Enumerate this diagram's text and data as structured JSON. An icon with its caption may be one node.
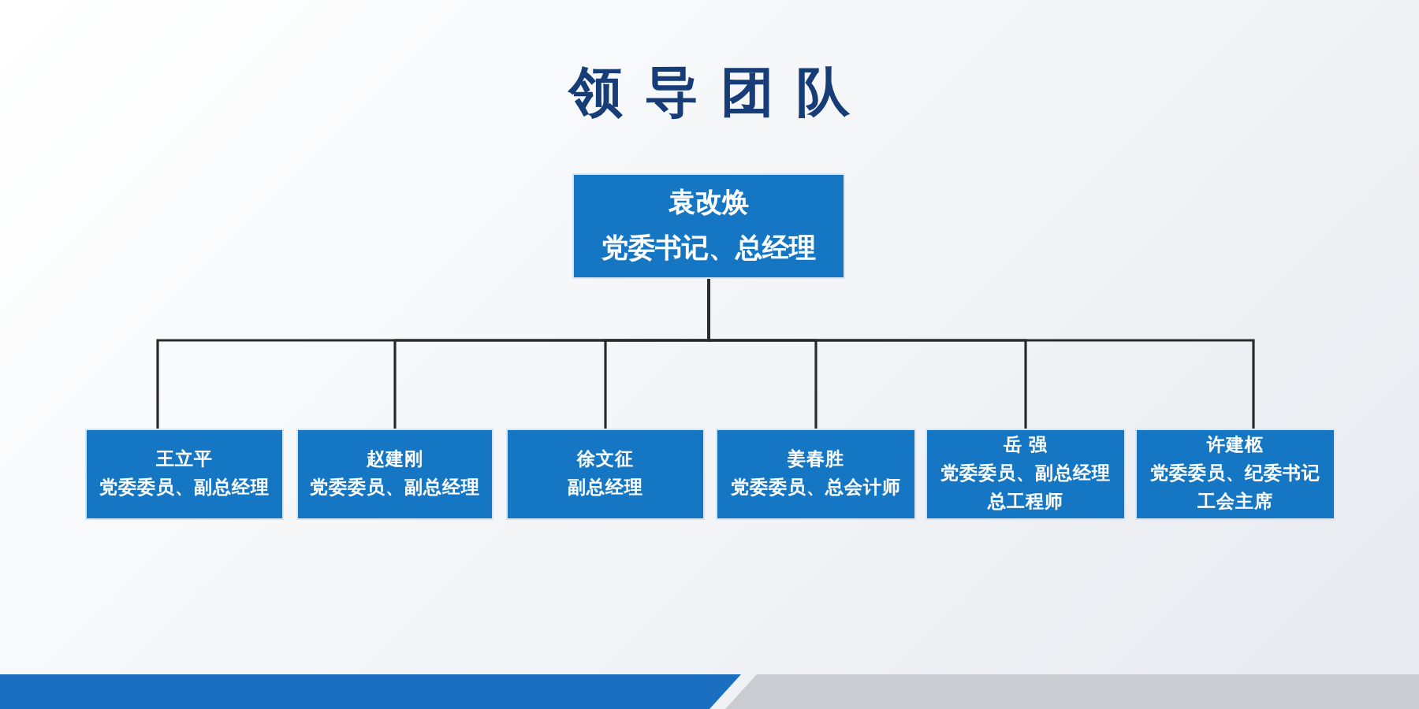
{
  "diagram": {
    "title": "领导团队",
    "nodes": [
      {
        "text": [
          "袁改焕",
          "党委书记、总经理"
        ]
      },
      {
        "text": [
          "王立平",
          "党委委员、副总经理"
        ]
      },
      {
        "text": [
          "赵建刚",
          "党委委员、副总经理"
        ]
      },
      {
        "text": [
          "徐文征",
          "副总经理"
        ]
      },
      {
        "text": [
          "姜春胜",
          "党委委员、总会计师"
        ]
      },
      {
        "text": [
          "岳 强",
          "党委委员、副总经理",
          "总工程师"
        ]
      },
      {
        "text": [
          "许建柩",
          "党委委员、纪委书记",
          "工会主席"
        ]
      }
    ],
    "edges": [
      {
        "from": 0,
        "to": 1,
        "arrow": "none"
      },
      {
        "from": 0,
        "to": 2,
        "arrow": "none"
      },
      {
        "from": 0,
        "to": 3,
        "arrow": "none"
      },
      {
        "from": 0,
        "to": 4,
        "arrow": "none"
      },
      {
        "from": 0,
        "to": 5,
        "arrow": "none"
      },
      {
        "from": 0,
        "to": 6,
        "arrow": "none"
      }
    ]
  }
}
